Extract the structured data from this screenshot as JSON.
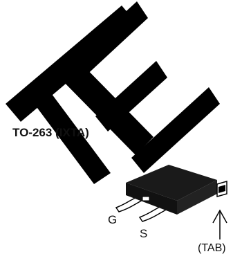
{
  "package": {
    "title": "TO-263 (IXTA)",
    "pins": {
      "gate": "G",
      "source": "S",
      "tab": "(TAB)"
    }
  },
  "watermark": {
    "letters": "TE",
    "color": "#000000"
  }
}
